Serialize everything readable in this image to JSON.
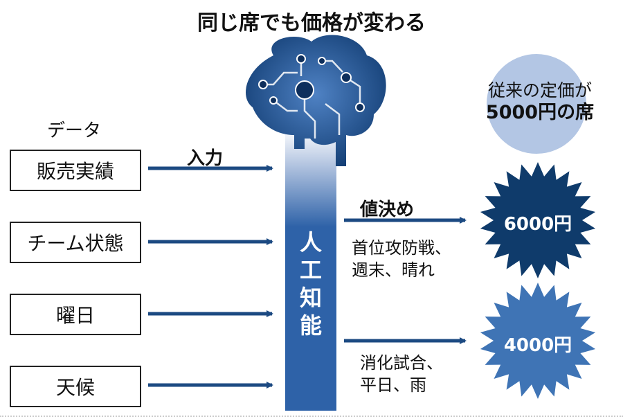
{
  "title": "同じ席でも価格が変わる",
  "data_heading": "データ",
  "inputs": [
    "販売実績",
    "チーム状態",
    "曜日",
    "天候"
  ],
  "input_label": "入力",
  "ai_label": [
    "人",
    "工",
    "知",
    "能"
  ],
  "pricing_label": "値決め",
  "reference": {
    "line1": "従来の定価が",
    "line2": "5000円の席"
  },
  "high": {
    "price": "6000円",
    "conditions": [
      "首位攻防戦、",
      "週末、晴れ"
    ]
  },
  "low": {
    "price": "4000円",
    "conditions": [
      "消化試合、",
      "平日、雨"
    ]
  },
  "colors": {
    "arrow": "#1c4a82",
    "pillar": "#2e62a8",
    "brain": "#1f4f8f",
    "burst_dark": "#0f3b6b",
    "burst_light": "#3f74b5",
    "reference_circle": "#b3c6e4"
  }
}
